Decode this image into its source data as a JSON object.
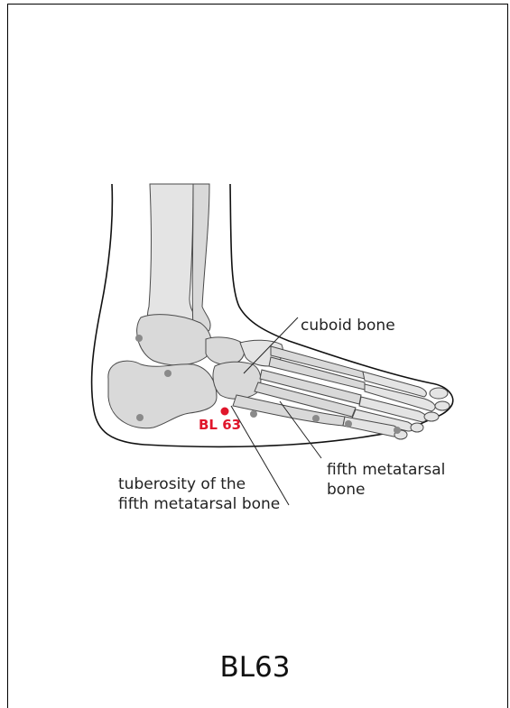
{
  "labels": {
    "cuboid": "cuboid bone",
    "fifth_metatarsal": [
      "fifth metatarsal",
      "bone"
    ],
    "tuberosity": [
      "tuberosity of the",
      "fifth metatarsal bone"
    ],
    "point": "BL 63"
  },
  "caption": "BL63",
  "colors": {
    "acupoint": "#e0162b",
    "bone_fill": "#d9d9d9",
    "joint_dot": "#8a8a8a"
  }
}
